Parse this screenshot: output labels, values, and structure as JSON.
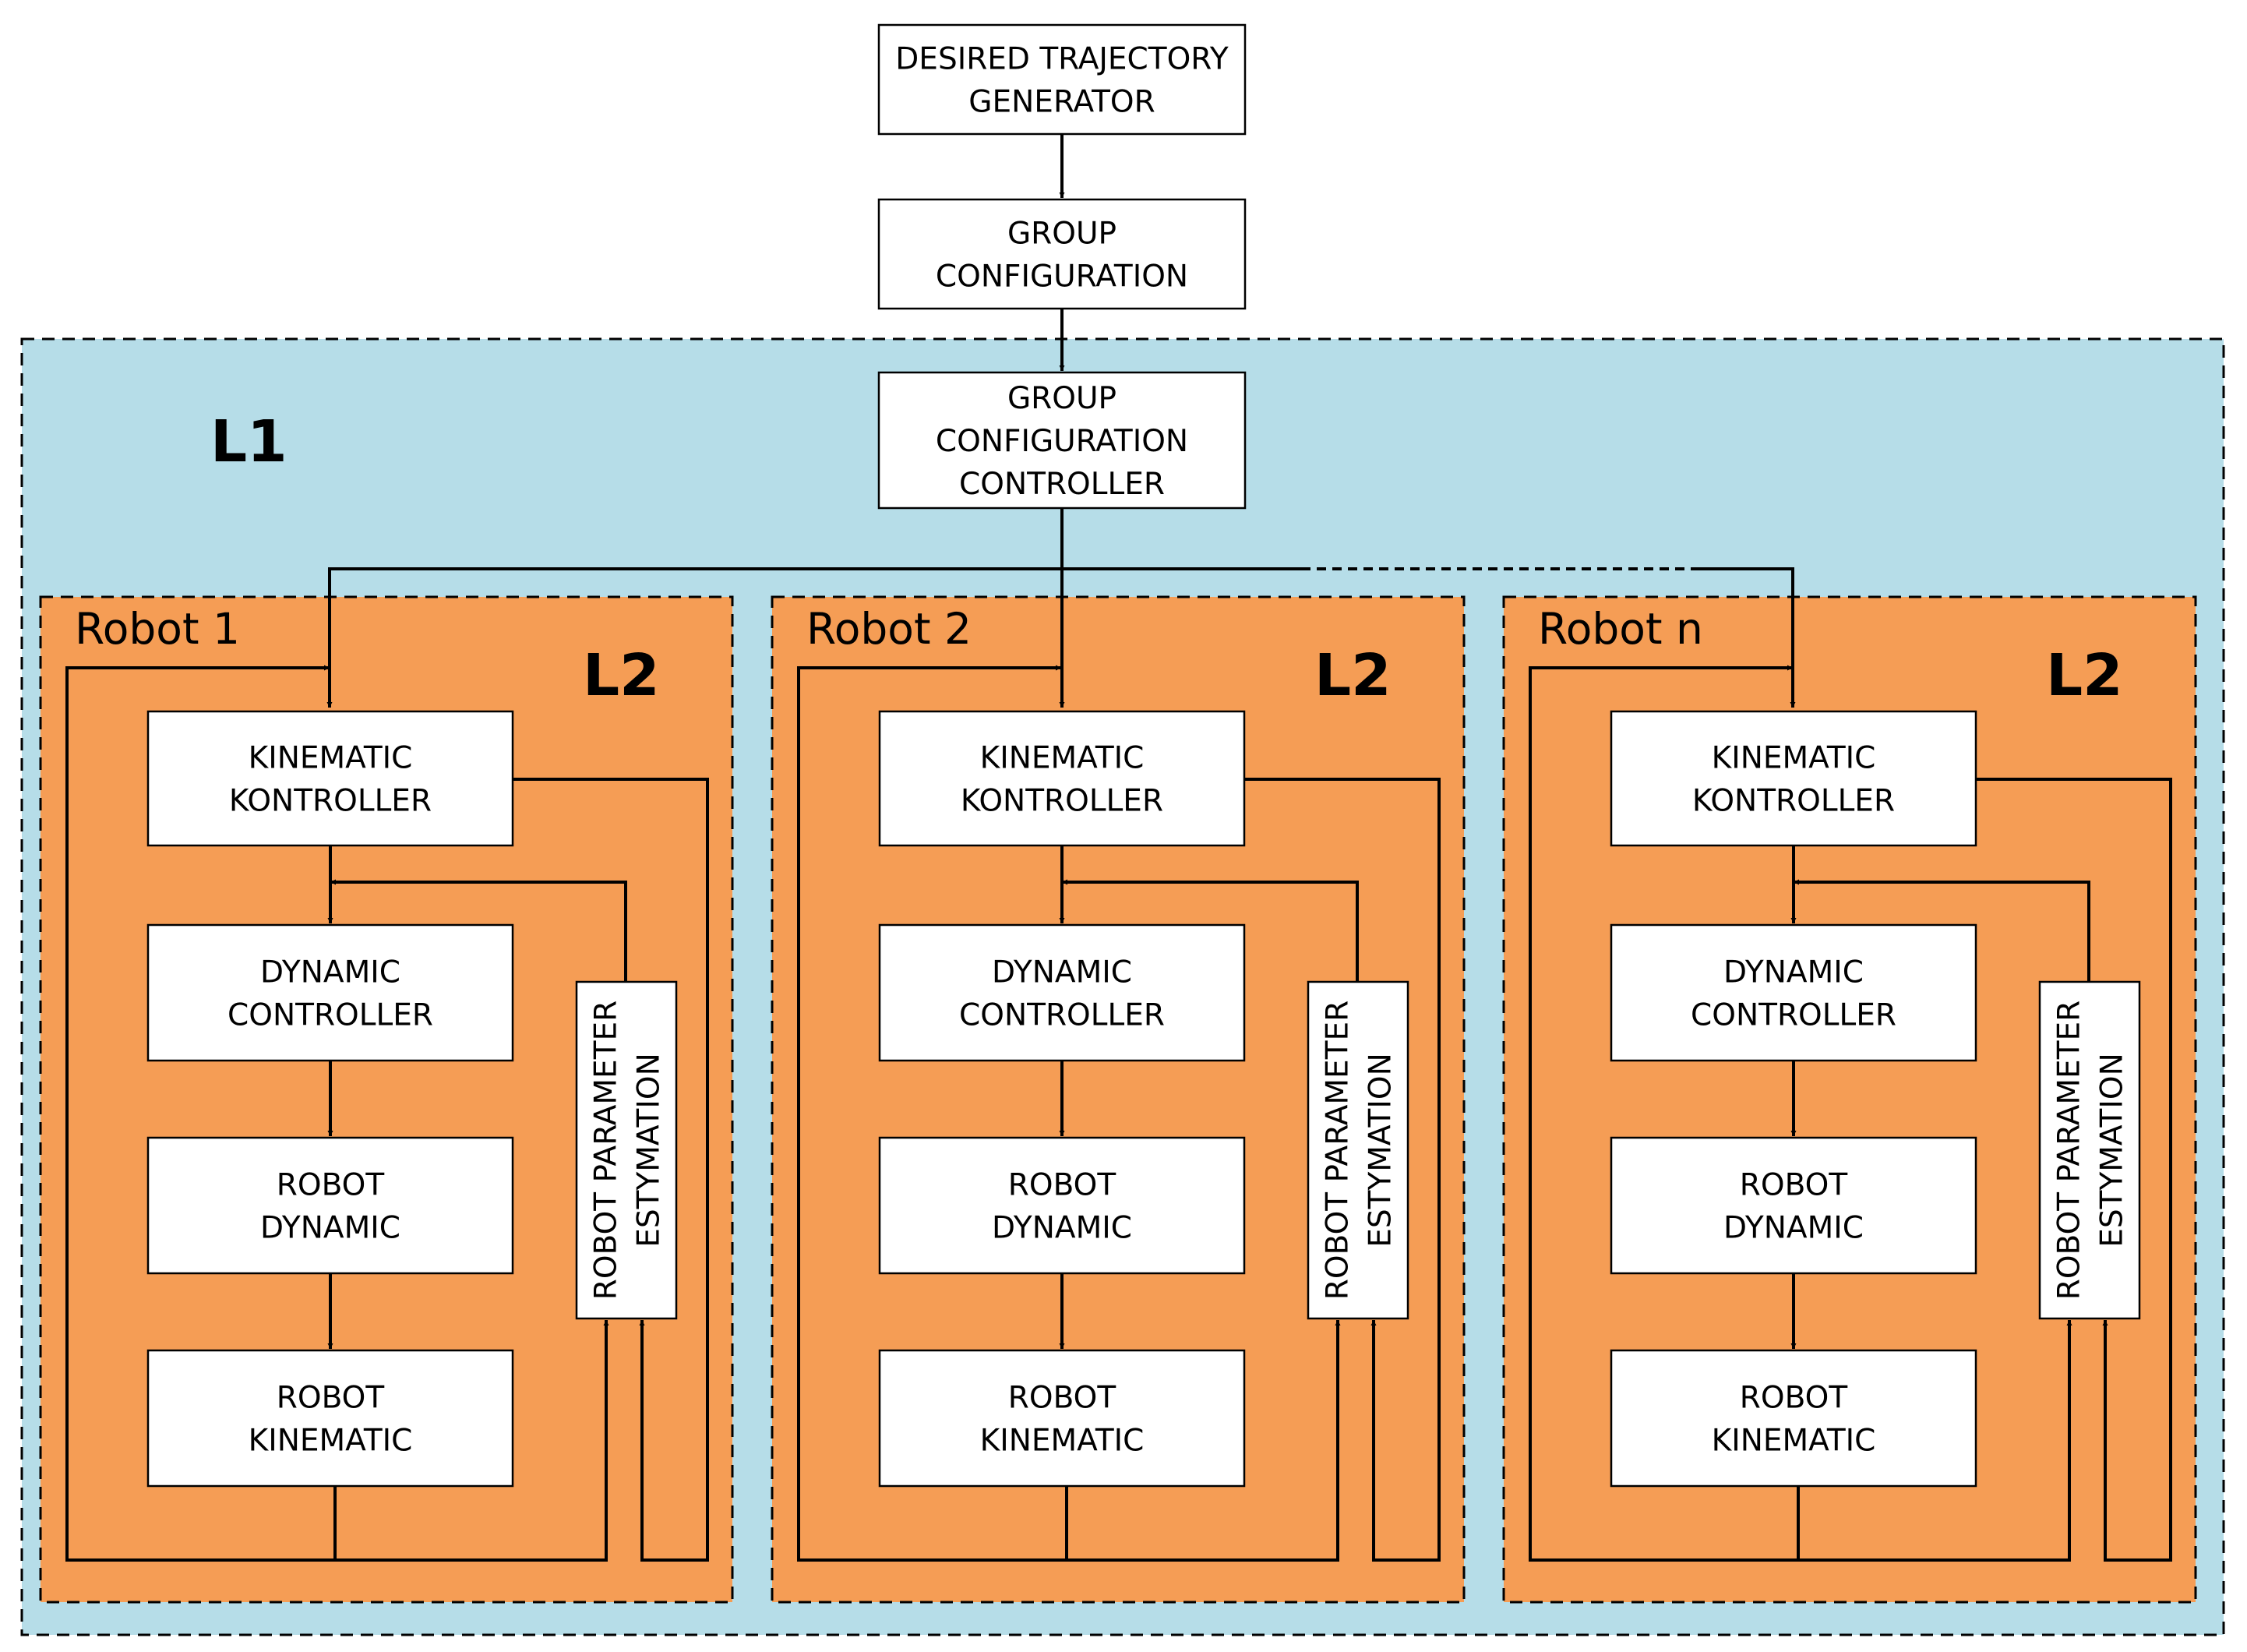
{
  "colors": {
    "l1_fill": "#b6dde8",
    "l2_fill": "#f59d55",
    "box_fill": "#ffffff",
    "line": "#000000"
  },
  "top_blocks": {
    "trajectory_generator": [
      "DESIRED TRAJECTORY",
      "GENERATOR"
    ],
    "group_configuration": [
      "GROUP",
      "CONFIGURATION"
    ],
    "group_configuration_controller": [
      "GROUP",
      "CONFIGURATION",
      "CONTROLLER"
    ]
  },
  "l1_label": "L1",
  "robots": [
    {
      "title": "Robot 1",
      "level_label": "L2",
      "blocks": {
        "kinematic_kontroller": [
          "KINEMATIC",
          "KONTROLLER"
        ],
        "dynamic_controller": [
          "DYNAMIC",
          "CONTROLLER"
        ],
        "robot_dynamic": [
          "ROBOT",
          "DYNAMIC"
        ],
        "robot_kinematic": [
          "ROBOT",
          "KINEMATIC"
        ],
        "parameter_estymation": [
          "ROBOT PARAMETER",
          "ESTYMATION"
        ]
      }
    },
    {
      "title": "Robot 2",
      "level_label": "L2",
      "blocks": {
        "kinematic_kontroller": [
          "KINEMATIC",
          "KONTROLLER"
        ],
        "dynamic_controller": [
          "DYNAMIC",
          "CONTROLLER"
        ],
        "robot_dynamic": [
          "ROBOT",
          "DYNAMIC"
        ],
        "robot_kinematic": [
          "ROBOT",
          "KINEMATIC"
        ],
        "parameter_estymation": [
          "ROBOT PARAMETER",
          "ESTYMATION"
        ]
      }
    },
    {
      "title": "Robot n",
      "level_label": "L2",
      "blocks": {
        "kinematic_kontroller": [
          "KINEMATIC",
          "KONTROLLER"
        ],
        "dynamic_controller": [
          "DYNAMIC",
          "CONTROLLER"
        ],
        "robot_dynamic": [
          "ROBOT",
          "DYNAMIC"
        ],
        "robot_kinematic": [
          "ROBOT",
          "KINEMATIC"
        ],
        "parameter_estymation": [
          "ROBOT PARAMETER",
          "ESTYMATION"
        ]
      }
    }
  ]
}
